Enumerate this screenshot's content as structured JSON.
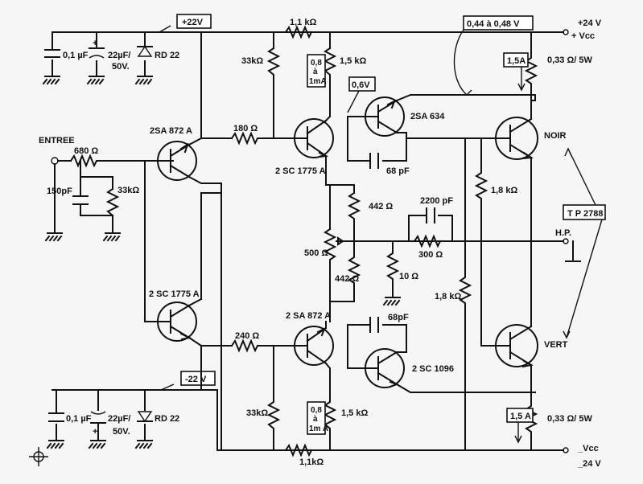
{
  "supply": {
    "plus22": "+22V",
    "minus22": "-22 V",
    "plus24": "+24 V",
    "vcc_plus": "+ Vcc",
    "vcc_minus": "_Vcc",
    "minus24": "_24 V",
    "vce_range": "0,44 à 0,48 V"
  },
  "input": {
    "label": "ENTREE"
  },
  "output": {
    "label": "H.P."
  },
  "filter_top": {
    "c1": "0,1 µF",
    "c2": "22µF/",
    "c2b": "50V.",
    "zener": "RD 22"
  },
  "filter_bottom": {
    "c1": "0,1 µF",
    "c2": "22µF/",
    "c2b": "50V.",
    "zener": "RD 22"
  },
  "resistors": {
    "r680": "680 Ω",
    "r33k_in": "33kΩ",
    "r180": "180 Ω",
    "r240": "240 Ω",
    "r1k1_top": "1,1 kΩ",
    "r1k1_bot": "1,1kΩ",
    "r33k_top": "33kΩ",
    "r33k_bot": "33kΩ",
    "r1k5_top": "1,5 kΩ",
    "r1k5_bot": "1,5 kΩ",
    "r442_top": "442 Ω",
    "r442_bot": "442 Ω",
    "r500": "500 Ω",
    "r300": "300 Ω",
    "r10": "10 Ω",
    "r1k8_top": "1,8 kΩ",
    "r1k8_bot": "1,8 kΩ",
    "r033_top": "0,33 Ω/ 5W",
    "r033_bot": "0,33 Ω/ 5W"
  },
  "capacitors": {
    "c150": "150pF",
    "c68_top": "68 pF",
    "c68_bot": "68pF",
    "c2200": "2200 pF"
  },
  "transistors": {
    "q_in_top": "2SA 872 A",
    "q_in_bot": "2 SC 1775 A",
    "q_drv_top": "2 SC 1775 A",
    "q_drv_bot": "2 SA 872 A",
    "q_pre_top": "2SA 634",
    "q_pre_bot": "2 SC 1096",
    "q_out_top": "NOIR",
    "q_out_bot": "VERT",
    "q_out_type": "T P 2788"
  },
  "annotations": {
    "i_top_a": "0,8",
    "i_top_b": "à",
    "i_top_c": "1mA",
    "i_bot_a": "0,8",
    "i_bot_b": "à",
    "i_bot_c": "1m A",
    "v06": "0,6V",
    "i_out_top": "1,5A",
    "i_out_bot": "1,5 A"
  }
}
